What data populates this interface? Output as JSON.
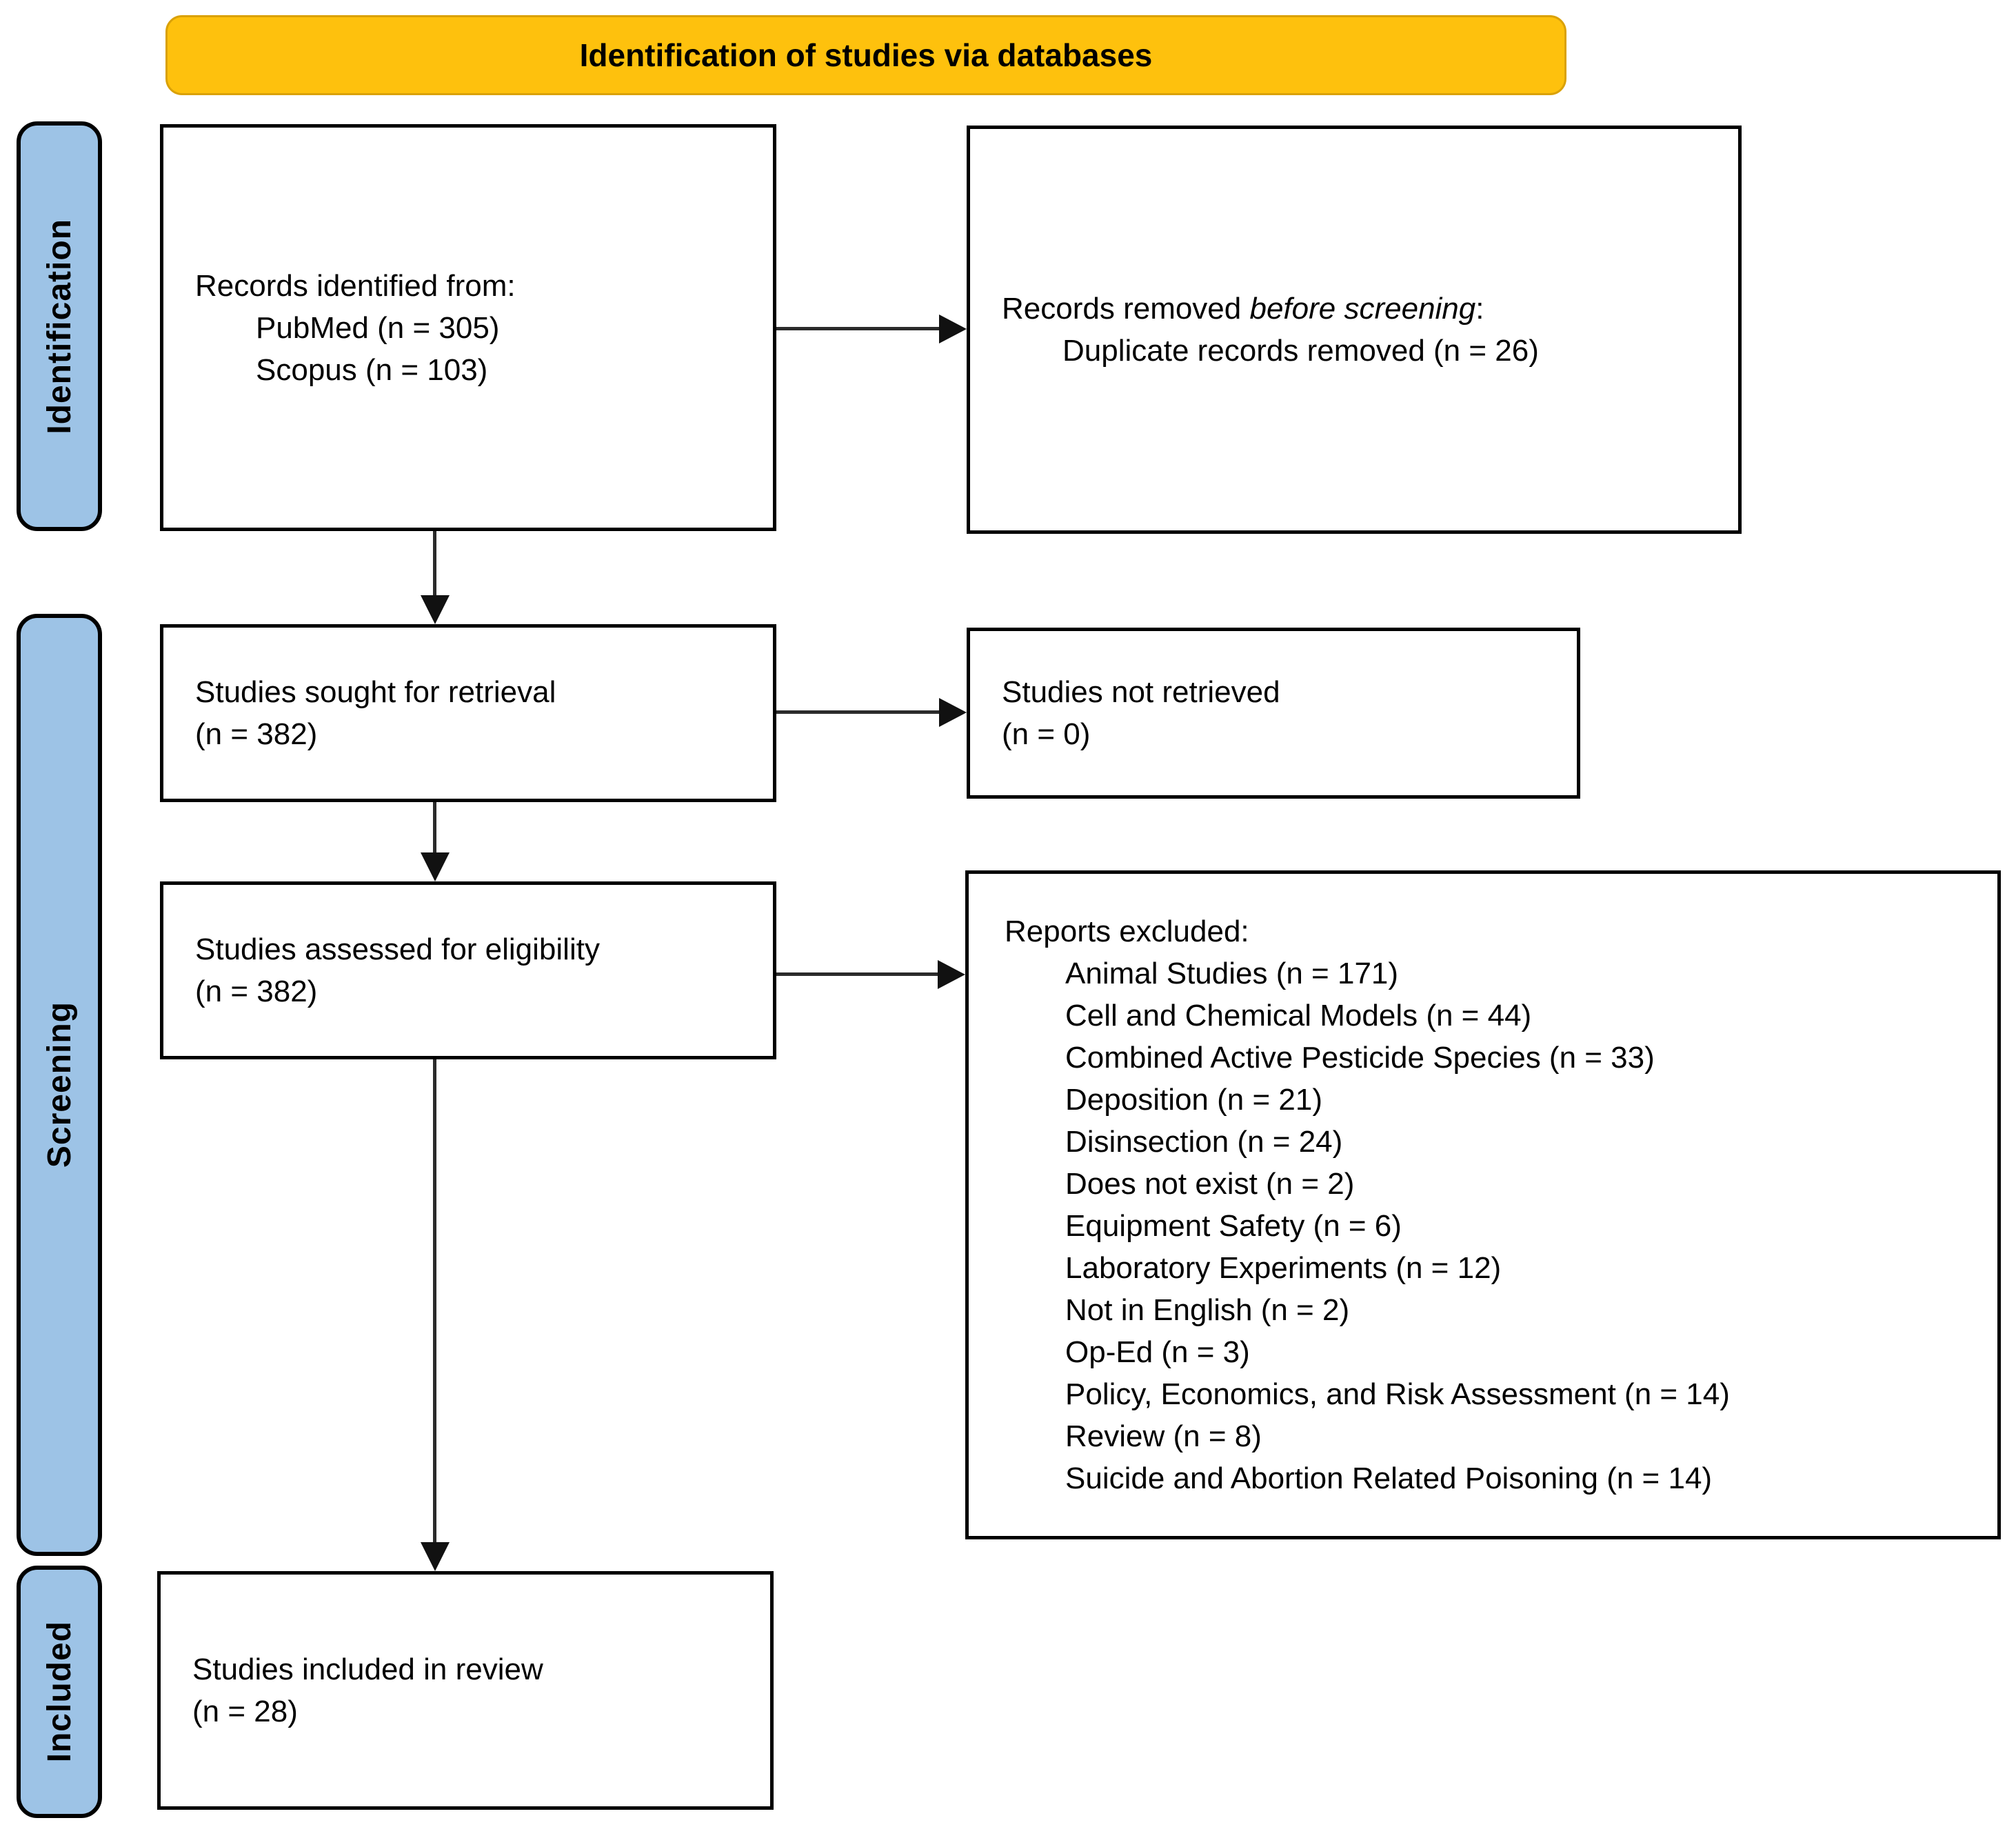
{
  "banner": {
    "label": "Identification of studies via databases"
  },
  "stages": [
    {
      "label": "Identification"
    },
    {
      "label": "Screening"
    },
    {
      "label": "Included"
    }
  ],
  "boxes": {
    "records_identified": {
      "title": "Records identified from:",
      "items": [
        "PubMed (n = 305)",
        "Scopus (n = 103)"
      ]
    },
    "records_removed": {
      "prefix": "Records removed ",
      "italic": "before screening",
      "suffix": ":",
      "items": [
        "Duplicate records removed (n = 26)"
      ]
    },
    "studies_sought": {
      "line1": "Studies sought for retrieval",
      "line2": "(n = 382)"
    },
    "studies_not_retrieved": {
      "line1": "Studies not retrieved",
      "line2": "(n = 0)"
    },
    "studies_assessed": {
      "line1": "Studies assessed for eligibility",
      "line2": "(n = 382)"
    },
    "reports_excluded": {
      "header": "Reports excluded:",
      "items": [
        "Animal Studies (n = 171)",
        "Cell and Chemical Models (n = 44)",
        "Combined Active Pesticide Species (n = 33)",
        "Deposition (n = 21)",
        "Disinsection (n = 24)",
        "Does not exist (n = 2)",
        "Equipment Safety (n = 6)",
        "Laboratory Experiments (n = 12)",
        "Not in English (n = 2)",
        "Op-Ed (n = 3)",
        "Policy, Economics, and Risk Assessment (n = 14)",
        "Review (n = 8)",
        "Suicide and Abortion Related Poisoning (n = 14)"
      ]
    },
    "studies_included": {
      "line1": "Studies included in review",
      "line2": "(n = 28)"
    }
  },
  "colors": {
    "accent_gold": "#FEC10D",
    "accent_blue": "#9DC3E6",
    "border_black": "#000000"
  }
}
